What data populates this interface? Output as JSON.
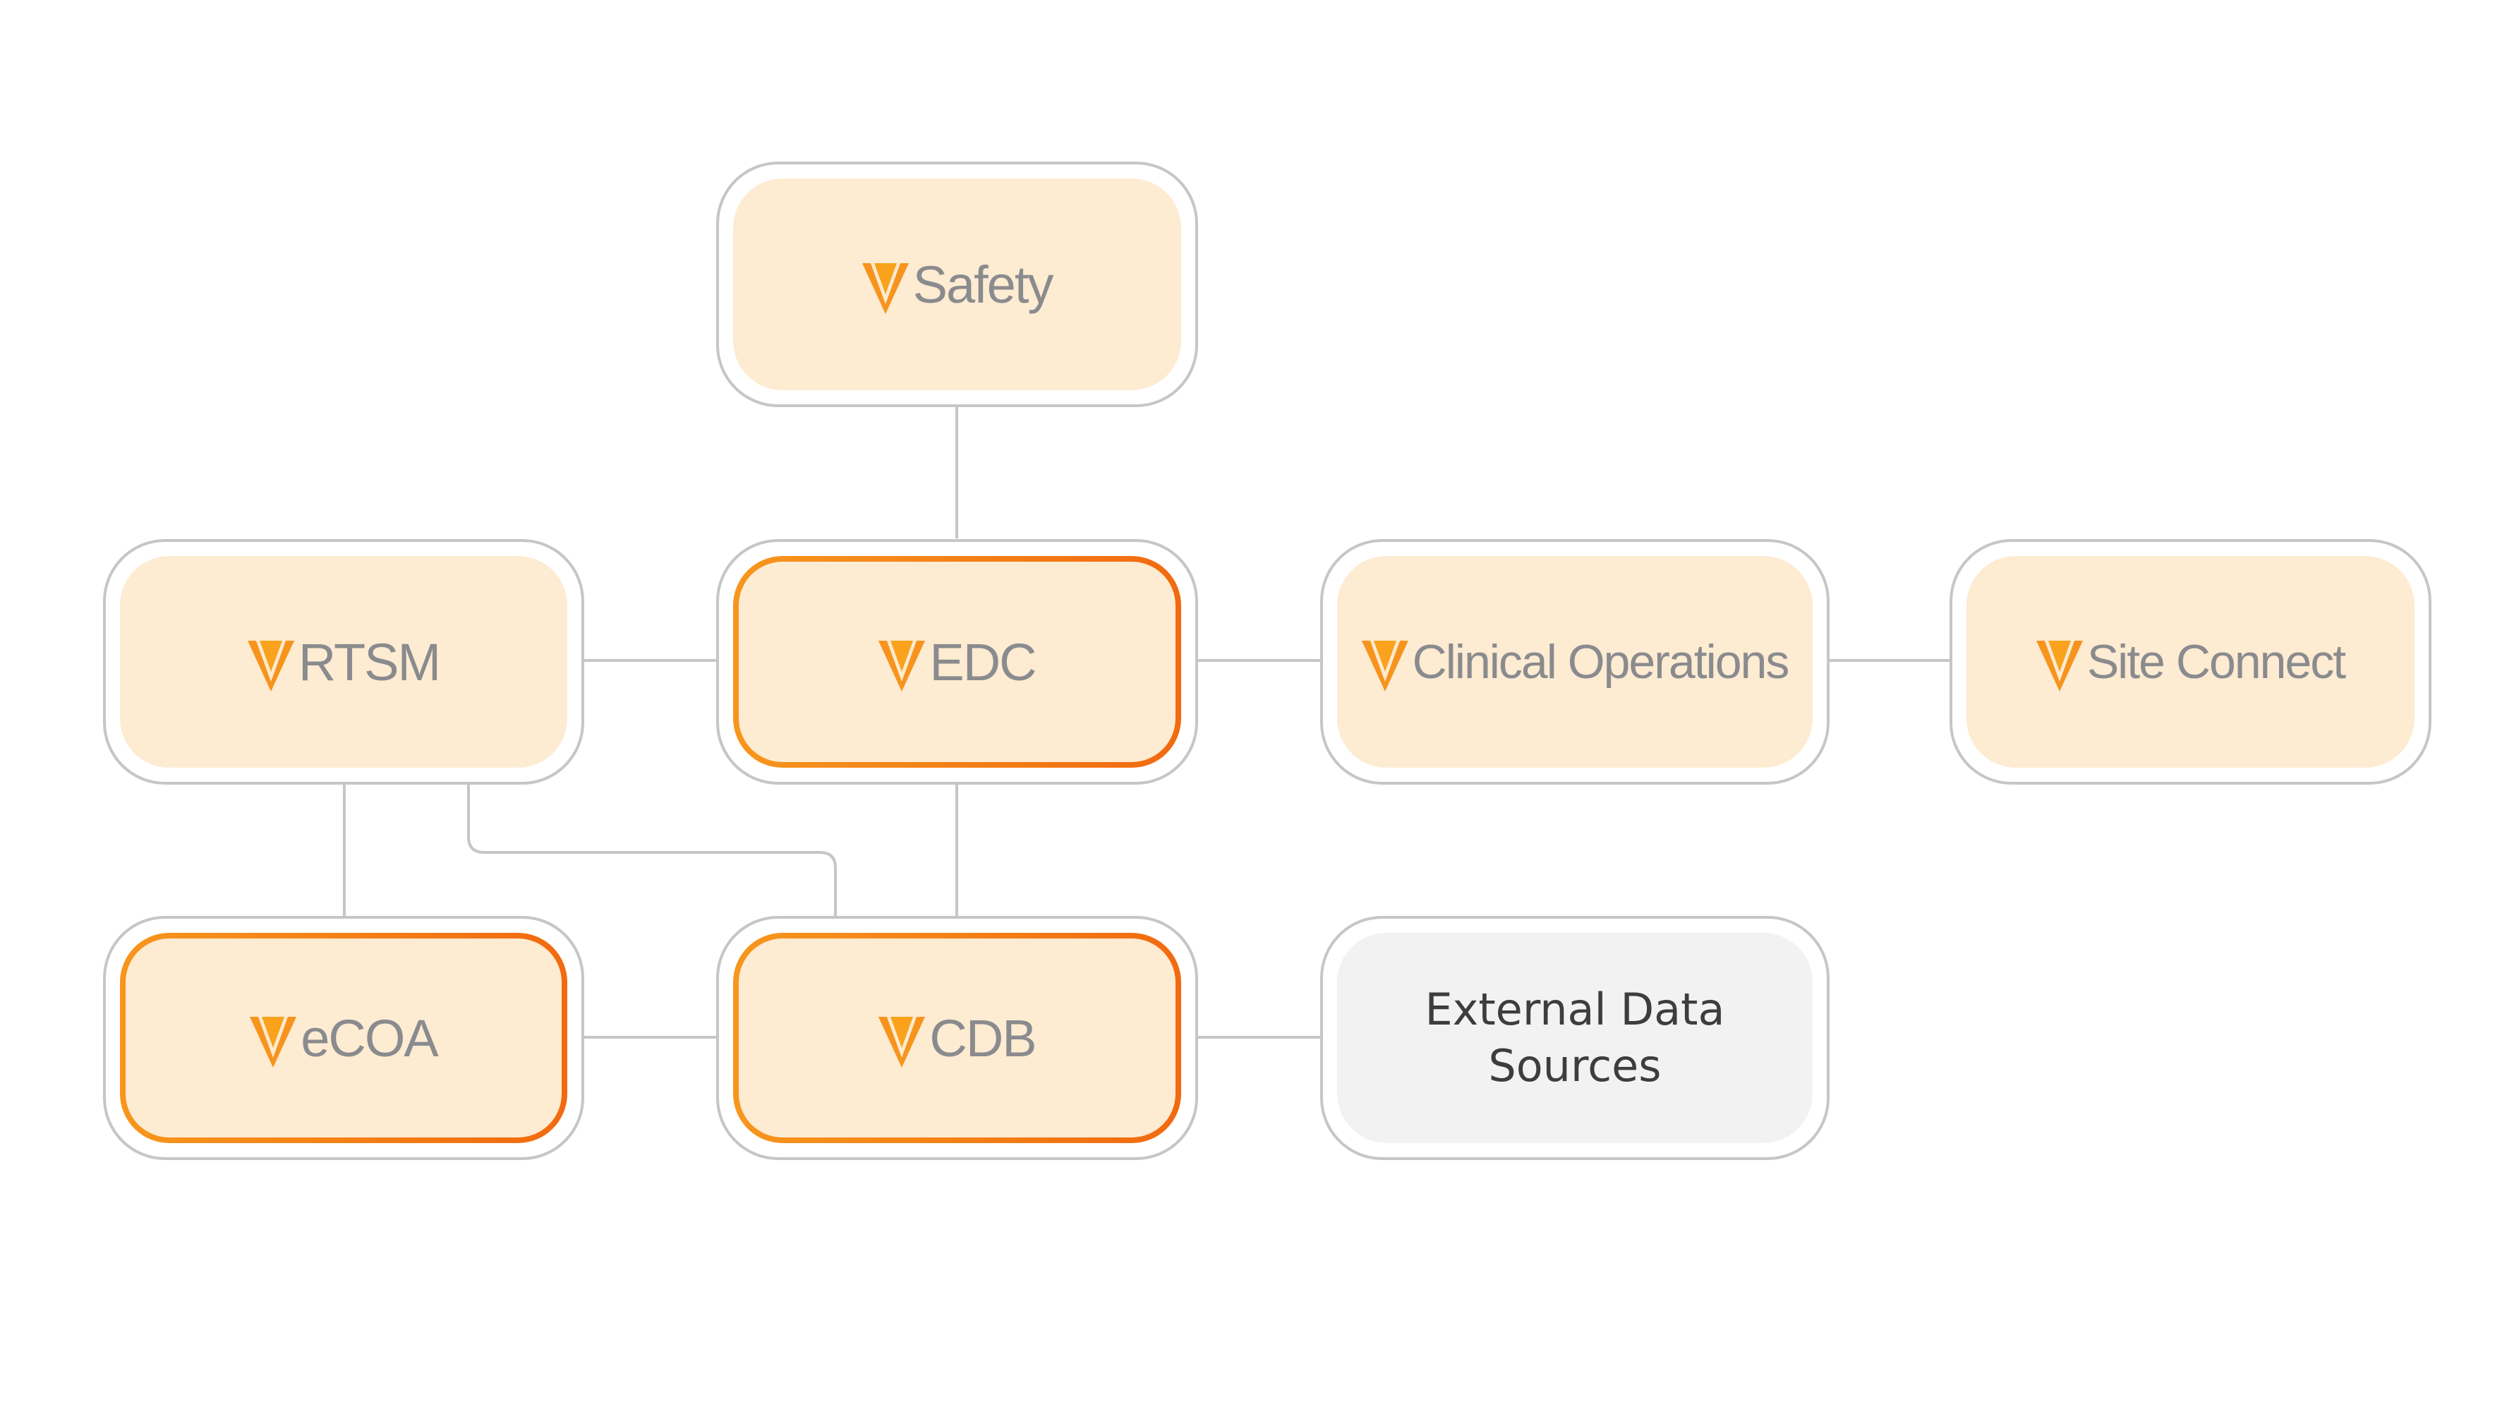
{
  "diagram": {
    "title": "Veeva clinical platform connections",
    "colors": {
      "node_fill": "#fdebd2",
      "node_border": "#c6c6c6",
      "highlight_gradient_start": "#f7961c",
      "highlight_gradient_end": "#f26a10",
      "logo_outer": "#f7941d",
      "logo_inner": "#faa21b",
      "label_text": "#8a8b8e",
      "external_fill": "#f2f2f2",
      "external_text": "#3d3d3d",
      "connector": "#c6c6c6"
    },
    "nodes": {
      "safety": {
        "label": "Safety",
        "logo": "veeva-v-logo",
        "highlighted": false
      },
      "rtsm": {
        "label": "RTSM",
        "logo": "veeva-v-logo",
        "highlighted": false
      },
      "edc": {
        "label": "EDC",
        "logo": "veeva-v-logo",
        "highlighted": true
      },
      "clinical_operations": {
        "label": "Clinical Operations",
        "logo": "veeva-v-logo",
        "highlighted": false
      },
      "site_connect": {
        "label": "Site Connect",
        "logo": "veeva-v-logo",
        "highlighted": false
      },
      "ecoa": {
        "label": "eCOA",
        "logo": "veeva-v-logo",
        "highlighted": true
      },
      "cdb": {
        "label": "CDB",
        "logo": "veeva-v-logo",
        "highlighted": true
      },
      "external_data_sources": {
        "label_line1": "External Data",
        "label_line2": "Sources",
        "logo": null,
        "highlighted": false
      }
    },
    "edges": [
      {
        "from": "safety",
        "to": "edc"
      },
      {
        "from": "rtsm",
        "to": "edc"
      },
      {
        "from": "edc",
        "to": "clinical_operations"
      },
      {
        "from": "clinical_operations",
        "to": "site_connect"
      },
      {
        "from": "rtsm",
        "to": "ecoa"
      },
      {
        "from": "rtsm",
        "to": "cdb"
      },
      {
        "from": "edc",
        "to": "cdb"
      },
      {
        "from": "ecoa",
        "to": "cdb"
      },
      {
        "from": "cdb",
        "to": "external_data_sources"
      }
    ]
  }
}
